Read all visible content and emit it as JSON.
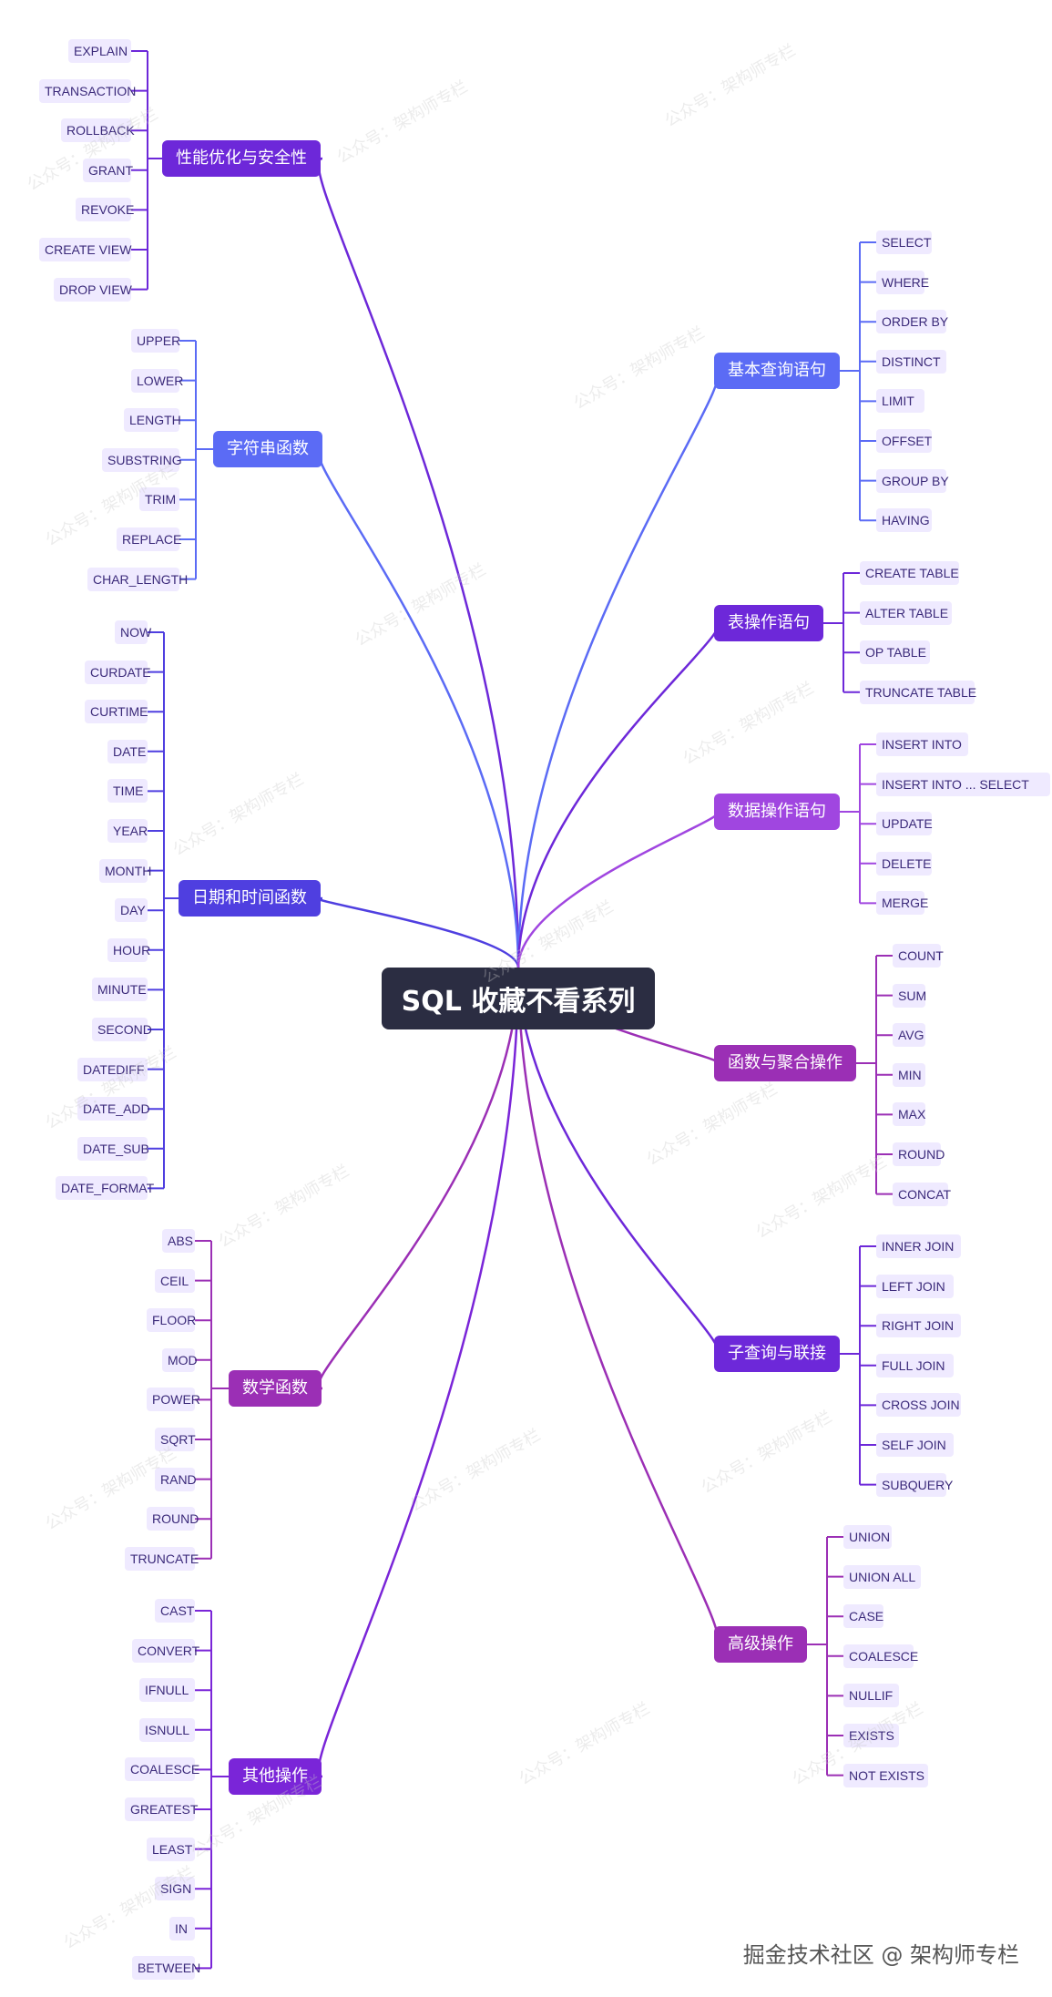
{
  "root": {
    "title": "SQL 收藏不看系列"
  },
  "footer": {
    "text": "掘金技术社区 @ 架构师专栏"
  },
  "watermark": {
    "text": "公众号：架构师专栏"
  },
  "colors": {
    "root_bg": "#2b2d42",
    "leaf_bg": "#efeaff",
    "leaf_text": "#3b2a7a"
  },
  "branches": [
    {
      "id": "perf",
      "label": "性能优化与安全性",
      "side": "left",
      "color": "#6d28d9",
      "leaves": [
        "EXPLAIN",
        "TRANSACTION",
        "ROLLBACK",
        "GRANT",
        "REVOKE",
        "CREATE VIEW",
        "DROP VIEW"
      ]
    },
    {
      "id": "string",
      "label": "字符串函数",
      "side": "left",
      "color": "#5b6bf5",
      "leaves": [
        "UPPER",
        "LOWER",
        "LENGTH",
        "SUBSTRING",
        "TRIM",
        "REPLACE",
        "CHAR_LENGTH"
      ]
    },
    {
      "id": "datetime",
      "label": "日期和时间函数",
      "side": "left",
      "color": "#4f3fe0",
      "leaves": [
        "NOW",
        "CURDATE",
        "CURTIME",
        "DATE",
        "TIME",
        "YEAR",
        "MONTH",
        "DAY",
        "HOUR",
        "MINUTE",
        "SECOND",
        "DATEDIFF",
        "DATE_ADD",
        "DATE_SUB",
        "DATE_FORMAT"
      ]
    },
    {
      "id": "math",
      "label": "数学函数",
      "side": "left",
      "color": "#9b2fb5",
      "leaves": [
        "ABS",
        "CEIL",
        "FLOOR",
        "MOD",
        "POWER",
        "SQRT",
        "RAND",
        "ROUND",
        "TRUNCATE"
      ]
    },
    {
      "id": "other",
      "label": "其他操作",
      "side": "left",
      "color": "#7a25d8",
      "leaves": [
        "CAST",
        "CONVERT",
        "IFNULL",
        "ISNULL",
        "COALESCE",
        "GREATEST",
        "LEAST",
        "SIGN",
        "IN",
        "BETWEEN"
      ]
    },
    {
      "id": "basic",
      "label": "基本查询语句",
      "side": "right",
      "color": "#5b6bf5",
      "leaves": [
        "SELECT",
        "WHERE",
        "ORDER BY",
        "DISTINCT",
        "LIMIT",
        "OFFSET",
        "GROUP BY",
        "HAVING"
      ]
    },
    {
      "id": "table",
      "label": "表操作语句",
      "side": "right",
      "color": "#6d28d9",
      "leaves": [
        "CREATE TABLE",
        "ALTER TABLE",
        "OP TABLE",
        "TRUNCATE TABLE"
      ]
    },
    {
      "id": "data",
      "label": "数据操作语句",
      "side": "right",
      "color": "#a046e0",
      "leaves": [
        "INSERT INTO",
        "INSERT INTO ... SELECT",
        "UPDATE",
        "DELETE",
        "MERGE"
      ]
    },
    {
      "id": "agg",
      "label": "函数与聚合操作",
      "side": "right",
      "color": "#9b2fb5",
      "leaves": [
        "COUNT",
        "SUM",
        "AVG",
        "MIN",
        "MAX",
        "ROUND",
        "CONCAT"
      ]
    },
    {
      "id": "join",
      "label": "子查询与联接",
      "side": "right",
      "color": "#6d28d9",
      "leaves": [
        "INNER JOIN",
        "LEFT JOIN",
        "RIGHT JOIN",
        "FULL JOIN",
        "CROSS JOIN",
        "SELF JOIN",
        "SUBQUERY"
      ]
    },
    {
      "id": "adv",
      "label": "高级操作",
      "side": "right",
      "color": "#9b2fb5",
      "leaves": [
        "UNION",
        "UNION ALL",
        "CASE",
        "COALESCE",
        "NULLIF",
        "EXISTS",
        "NOT EXISTS"
      ]
    }
  ]
}
